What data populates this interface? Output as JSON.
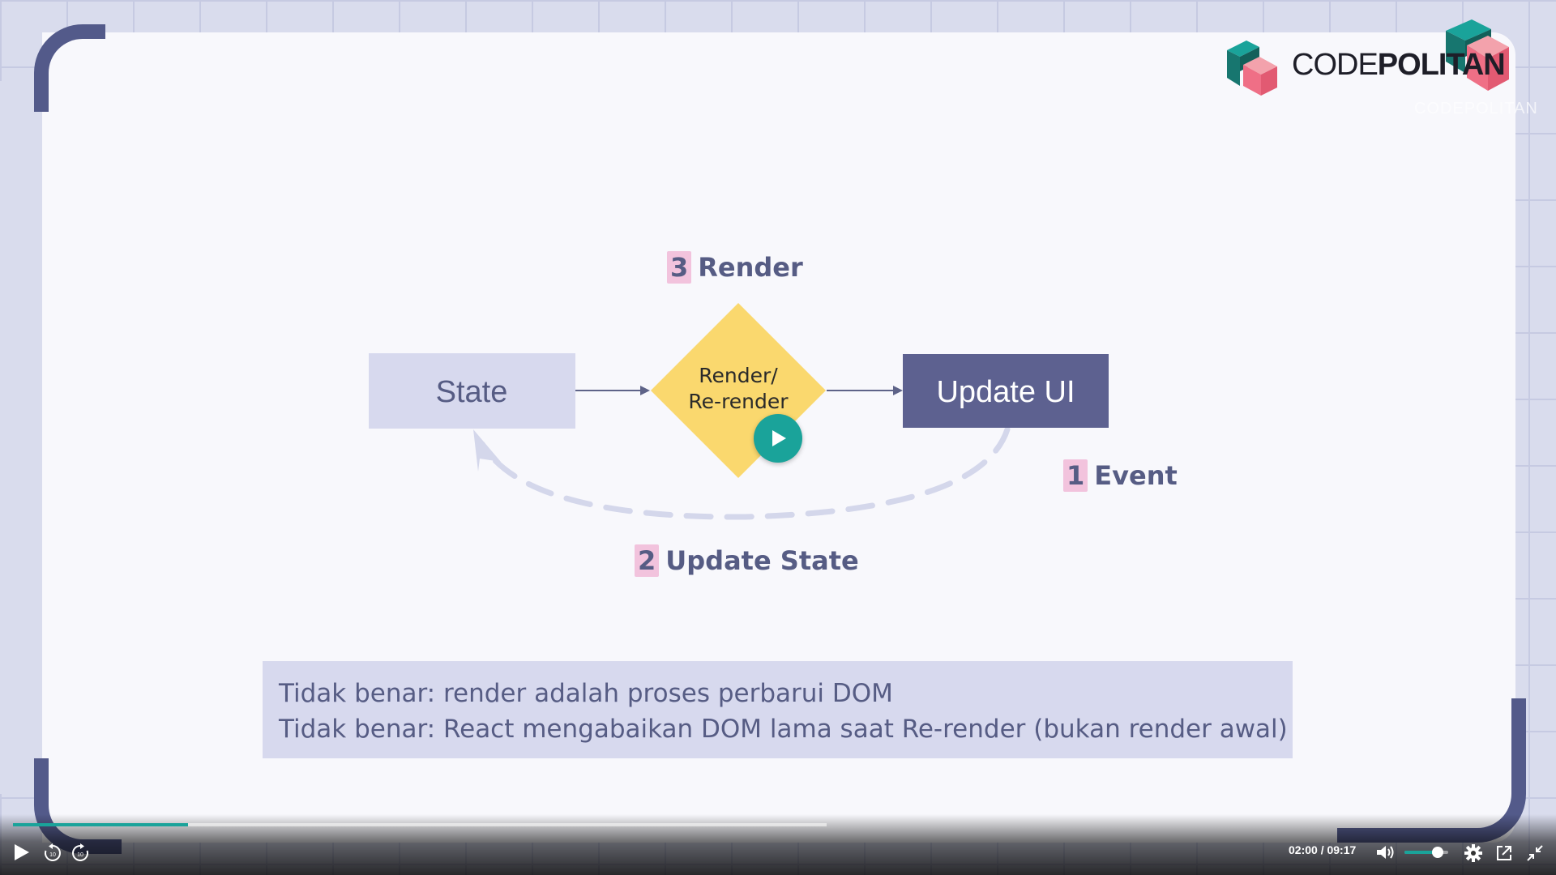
{
  "brand": {
    "logo_text_light": "CODE",
    "logo_text_bold": "POLITAN",
    "watermark": "CODEPOLITAN",
    "colors": {
      "teal": "#1aa39a",
      "pink": "#ef6f86",
      "dark": "#1e1e28"
    }
  },
  "diagram": {
    "nodes": {
      "state": "State",
      "render_line1": "Render/",
      "render_line2": "Re-render",
      "update_ui": "Update UI"
    },
    "steps": [
      {
        "num": "3",
        "label": "Render"
      },
      {
        "num": "1",
        "label": "Event"
      },
      {
        "num": "2",
        "label": "Update State"
      }
    ],
    "colors": {
      "state_fill": "#d7d9ee",
      "diamond_fill": "#fad86e",
      "update_fill": "#5d6190",
      "arrow": "#5e6388",
      "dashed": "#d4d7eb",
      "step_highlight": "#f2c3dd"
    }
  },
  "notes": [
    "Tidak benar: render adalah proses perbarui DOM",
    "Tidak benar: React mengabaikan DOM lama saat Re-render (bukan render awal)"
  ],
  "player": {
    "current_time": "02:00",
    "separator": "/",
    "duration": "09:17",
    "progress": 0.215,
    "volume": 0.75,
    "icons": {
      "play": "play-icon",
      "rewind": "rewind-10-icon",
      "forward": "forward-10-icon",
      "volume": "volume-icon",
      "settings": "gear-icon",
      "popout": "popout-icon",
      "exit_fullscreen": "exit-fullscreen-icon"
    }
  }
}
